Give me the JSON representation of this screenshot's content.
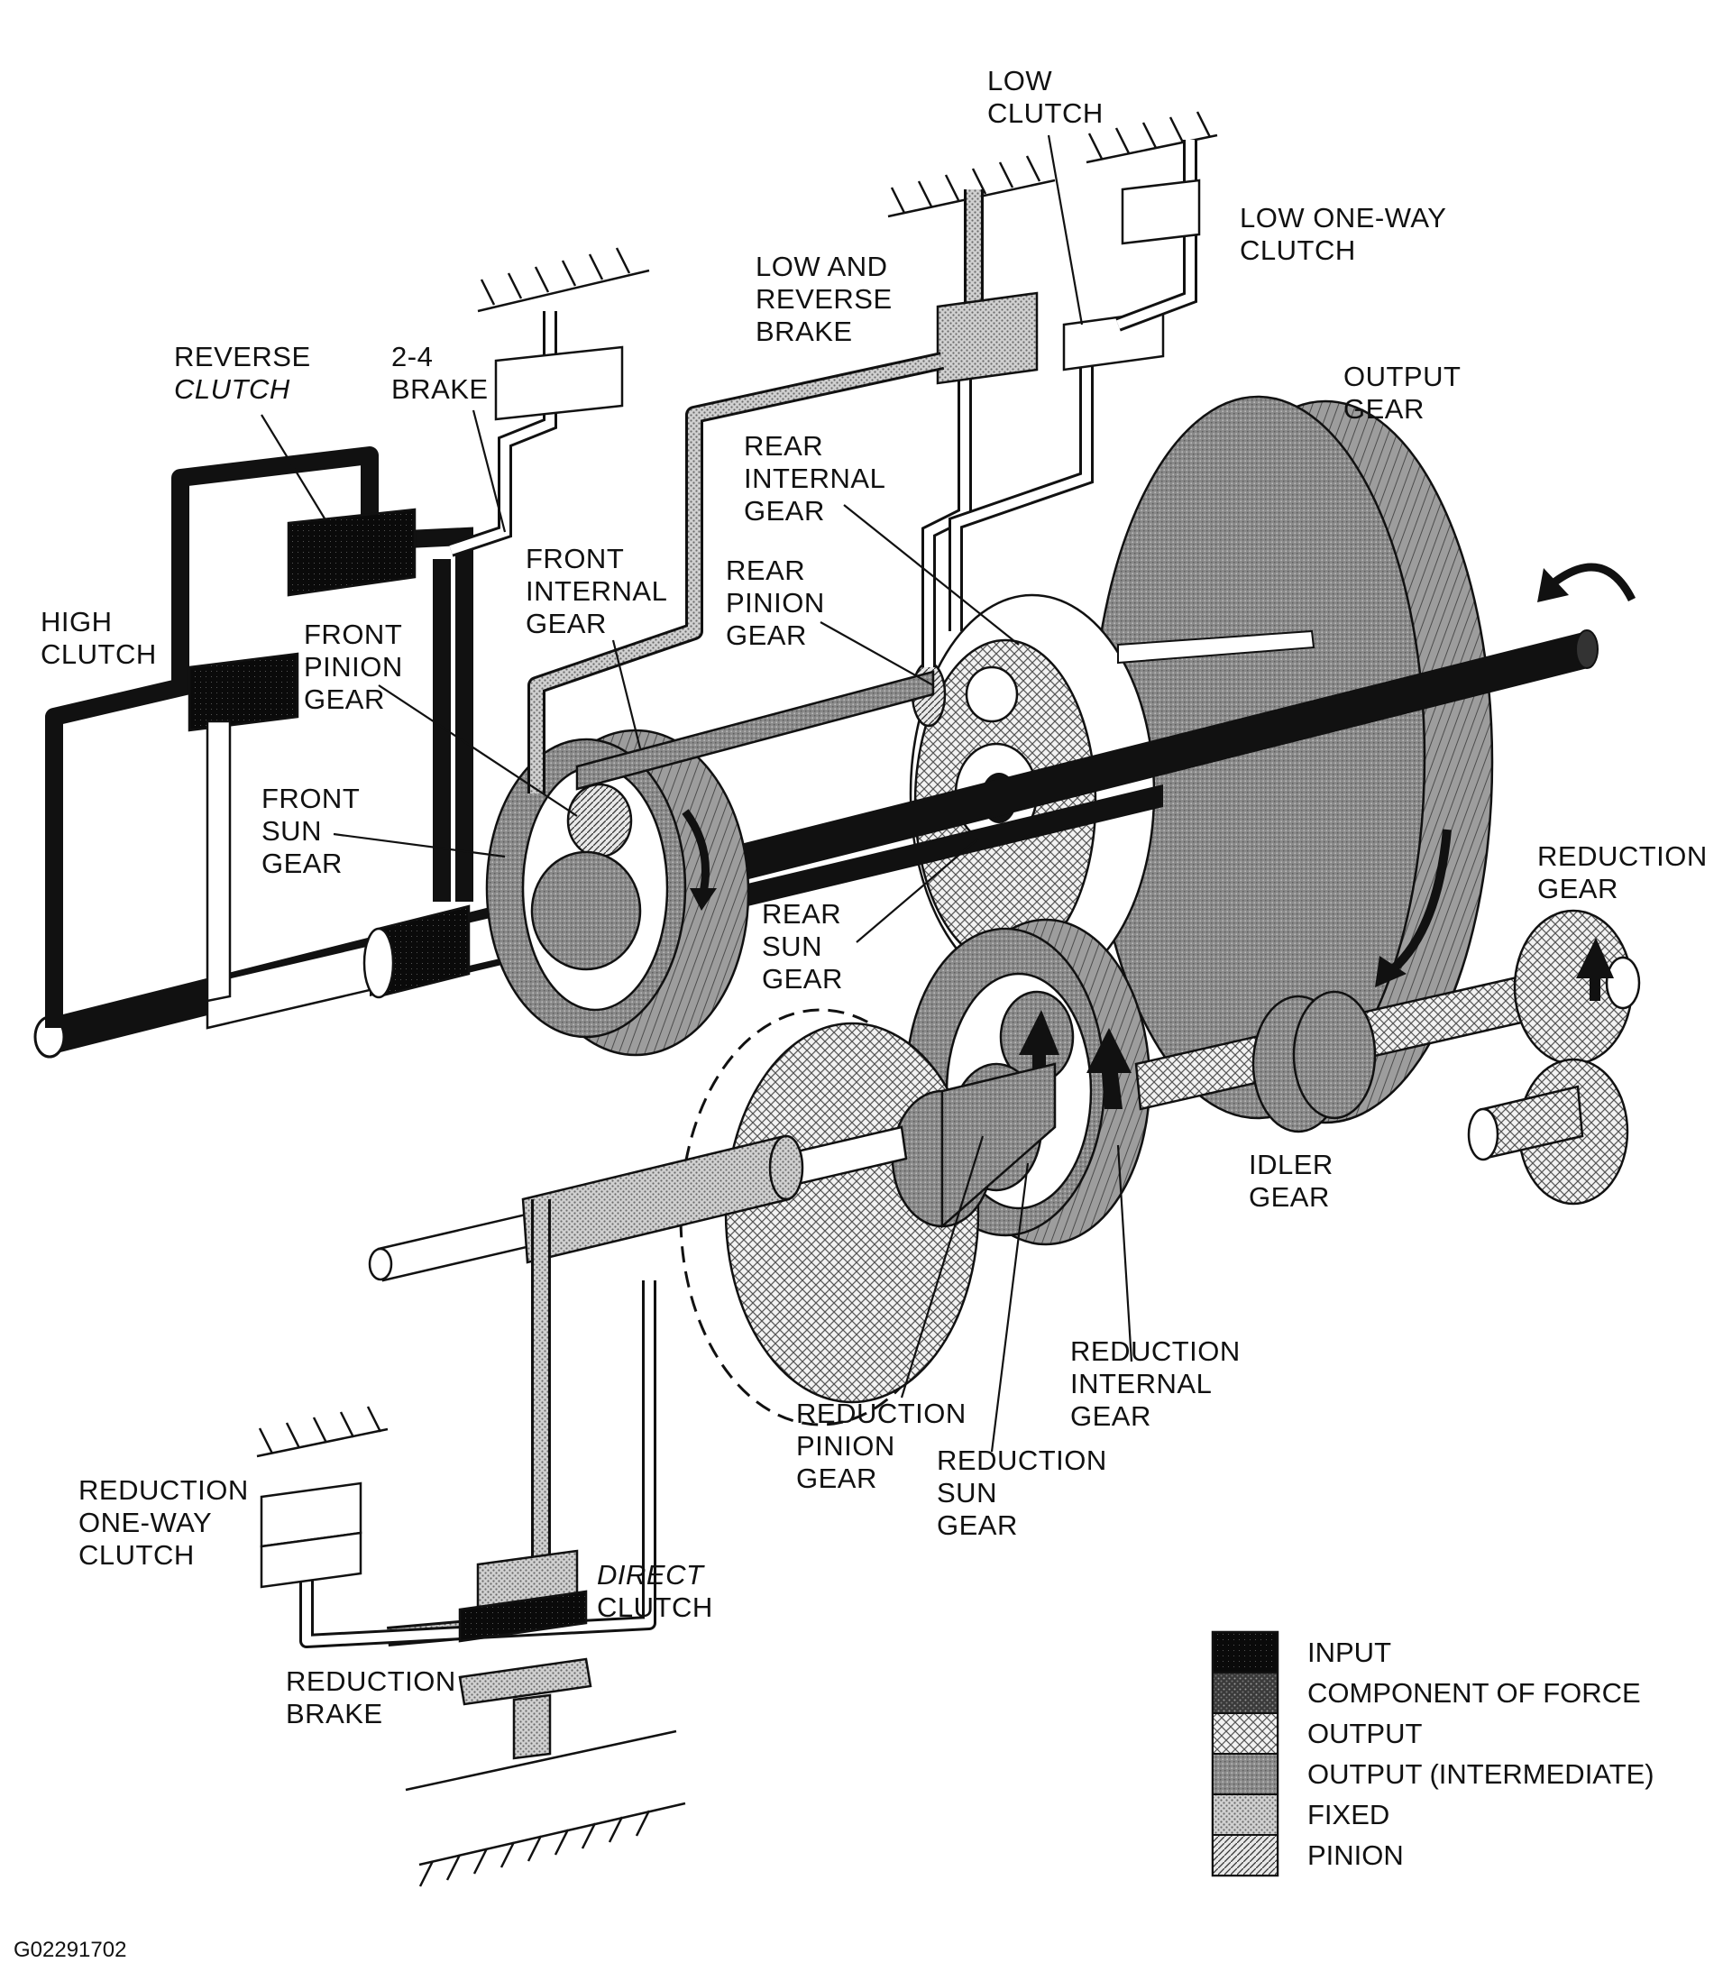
{
  "labels": {
    "low_clutch": [
      "LOW",
      "CLUTCH"
    ],
    "low_one_way_clutch": [
      "LOW ONE-WAY",
      "CLUTCH"
    ],
    "low_and_reverse_brake": [
      "LOW AND",
      "REVERSE",
      "BRAKE"
    ],
    "reverse_clutch": [
      "REVERSE",
      "CLUTCH"
    ],
    "brake_2_4": [
      "2-4",
      "BRAKE"
    ],
    "output_gear": [
      "OUTPUT",
      "GEAR"
    ],
    "rear_internal_gear": [
      "REAR",
      "INTERNAL",
      "GEAR"
    ],
    "front_internal_gear": [
      "FRONT",
      "INTERNAL",
      "GEAR"
    ],
    "rear_pinion_gear": [
      "REAR",
      "PINION",
      "GEAR"
    ],
    "high_clutch": [
      "HIGH",
      "CLUTCH"
    ],
    "front_pinion_gear": [
      "FRONT",
      "PINION",
      "GEAR"
    ],
    "front_sun_gear": [
      "FRONT",
      "SUN",
      "GEAR"
    ],
    "reduction_gear": [
      "REDUCTION",
      "GEAR"
    ],
    "rear_sun_gear": [
      "REAR",
      "SUN",
      "GEAR"
    ],
    "idler_gear": [
      "IDLER",
      "GEAR"
    ],
    "reduction_internal_gear": [
      "REDUCTION",
      "INTERNAL",
      "GEAR"
    ],
    "reduction_pinion_gear": [
      "REDUCTION",
      "PINION",
      "GEAR"
    ],
    "reduction_sun_gear": [
      "REDUCTION",
      "SUN",
      "GEAR"
    ],
    "reduction_one_way_clutch": [
      "REDUCTION",
      "ONE-WAY",
      "CLUTCH"
    ],
    "direct_clutch": [
      "DIRECT",
      "CLUTCH"
    ],
    "reduction_brake": [
      "REDUCTION",
      "BRAKE"
    ]
  },
  "legend": [
    {
      "label": "INPUT",
      "pattern": "pat-input"
    },
    {
      "label": "COMPONENT OF FORCE",
      "pattern": "pat-force"
    },
    {
      "label": "OUTPUT",
      "pattern": "pat-output"
    },
    {
      "label": "OUTPUT (INTERMEDIATE)",
      "pattern": "pat-inter"
    },
    {
      "label": "FIXED",
      "pattern": "pat-fixed"
    },
    {
      "label": "PINION",
      "pattern": "pat-pinion"
    }
  ],
  "figure_code": "G02291702"
}
